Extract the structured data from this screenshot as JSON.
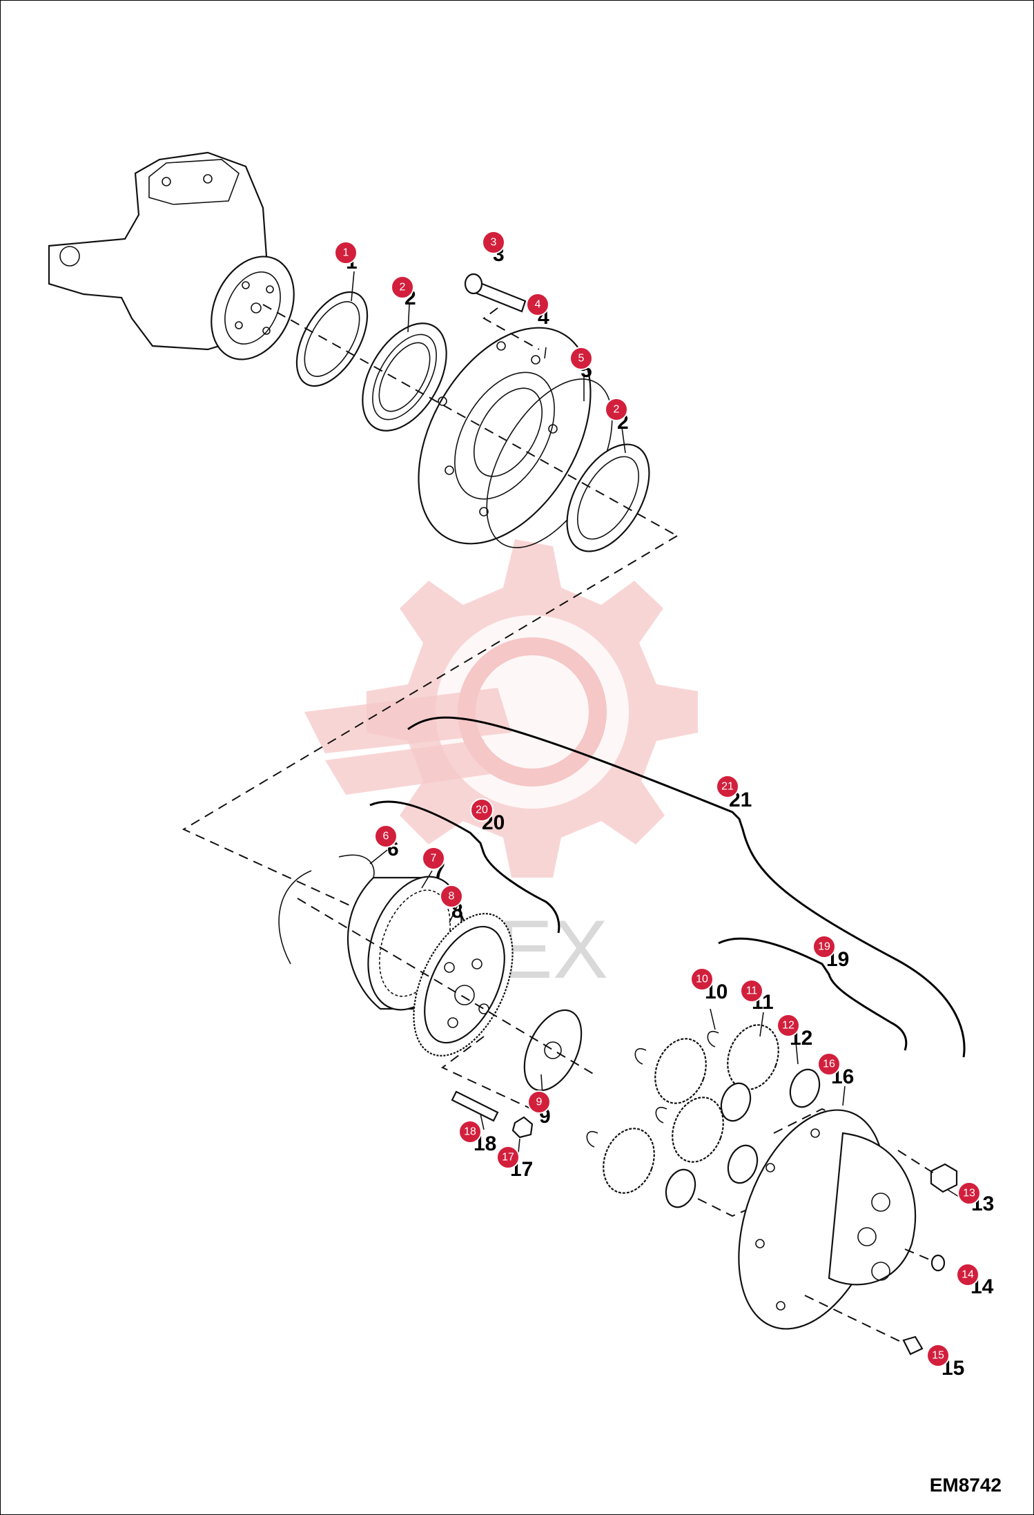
{
  "drawing_code": "EM8742",
  "watermark_text": "UTEX",
  "callouts": [
    {
      "id": "1",
      "label": "1"
    },
    {
      "id": "2a",
      "label": "2"
    },
    {
      "id": "3",
      "label": "3"
    },
    {
      "id": "4",
      "label": "4"
    },
    {
      "id": "5",
      "label": "5"
    },
    {
      "id": "2b",
      "label": "2"
    },
    {
      "id": "6",
      "label": "6"
    },
    {
      "id": "7",
      "label": "7"
    },
    {
      "id": "8",
      "label": "8"
    },
    {
      "id": "20",
      "label": "20"
    },
    {
      "id": "21",
      "label": "21"
    },
    {
      "id": "9",
      "label": "9"
    },
    {
      "id": "18",
      "label": "18"
    },
    {
      "id": "17",
      "label": "17"
    },
    {
      "id": "10",
      "label": "10"
    },
    {
      "id": "11",
      "label": "11"
    },
    {
      "id": "12",
      "label": "12"
    },
    {
      "id": "19",
      "label": "19"
    },
    {
      "id": "16",
      "label": "16"
    },
    {
      "id": "13",
      "label": "13"
    },
    {
      "id": "14",
      "label": "14"
    },
    {
      "id": "15",
      "label": "15"
    }
  ],
  "colors": {
    "badge": "#d21f3c",
    "line": "#111111",
    "watermark": "#f5c7c7"
  }
}
